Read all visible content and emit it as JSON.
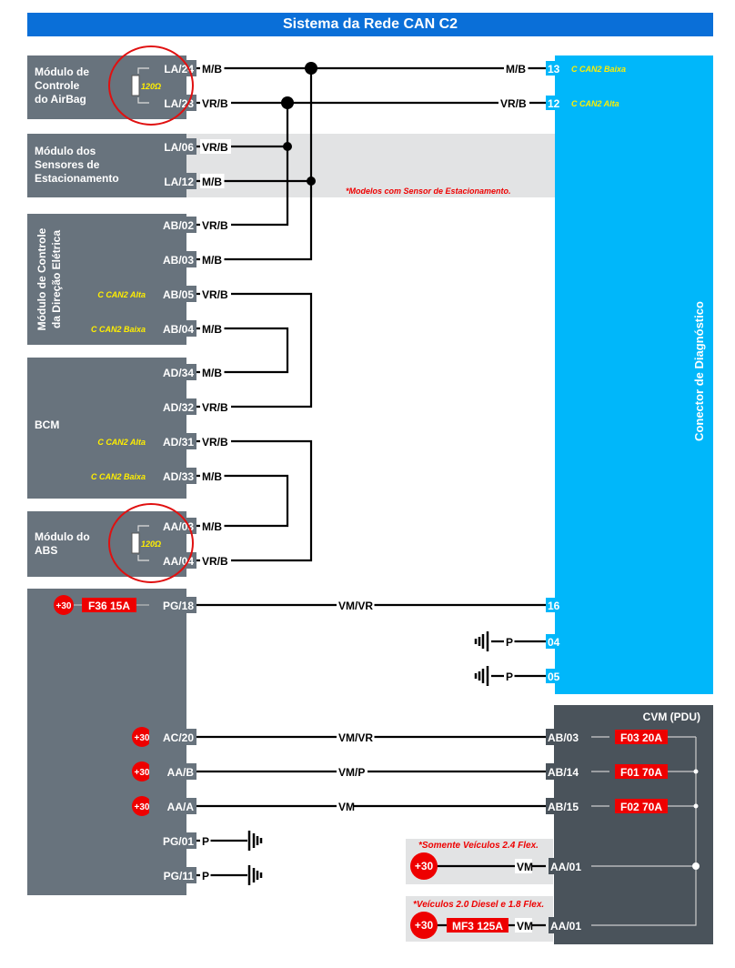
{
  "title": "Sistema da Rede CAN C2",
  "colors": {
    "title_bg": "#0a6fd8",
    "module_bg": "#68737d",
    "connector_bg": "#00b7fa",
    "pdu_bg": "#4a535b",
    "note_bg": "#e2e3e4",
    "fuse_red": "#ee0000",
    "can_label_yellow": "#ffee00",
    "highlight_circle": "#e01010",
    "note_text": "#ee0000"
  },
  "modules": {
    "airbag": {
      "name": "Módulo de Controle do AirBag",
      "lines": [
        "Módulo de",
        "Controle",
        "do AirBag"
      ],
      "resistor": "120Ω",
      "pins": [
        {
          "pin": "LA/24",
          "wire": "M/B"
        },
        {
          "pin": "LA/23",
          "wire": "VR/B"
        }
      ]
    },
    "parking": {
      "name": "Módulo dos Sensores de Estacionamento",
      "lines": [
        "Módulo dos",
        "Sensores de",
        "Estacionamento"
      ],
      "pins": [
        {
          "pin": "LA/06",
          "wire": "VR/B"
        },
        {
          "pin": "LA/12",
          "wire": "M/B"
        }
      ],
      "note": "*Modelos com Sensor de Estacionamento."
    },
    "steering": {
      "name": "Módulo de Controle da Direção Elétrica",
      "lines": [
        "Módulo de Controle",
        "da Direção Elétrica"
      ],
      "pins": [
        {
          "pin": "AB/02",
          "wire": "VR/B"
        },
        {
          "pin": "AB/03",
          "wire": "M/B"
        },
        {
          "pin": "AB/05",
          "wire": "VR/B",
          "signal": "C CAN2 Alta"
        },
        {
          "pin": "AB/04",
          "wire": "M/B",
          "signal": "C CAN2 Baixa"
        }
      ]
    },
    "bcm": {
      "name": "BCM",
      "pins": [
        {
          "pin": "AD/34",
          "wire": "M/B"
        },
        {
          "pin": "AD/32",
          "wire": "VR/B"
        },
        {
          "pin": "AD/31",
          "wire": "VR/B",
          "signal": "C CAN2 Alta"
        },
        {
          "pin": "AD/33",
          "wire": "M/B",
          "signal": "C CAN2 Baixa"
        }
      ]
    },
    "abs": {
      "name": "Módulo do ABS",
      "lines": [
        "Módulo do",
        "ABS"
      ],
      "resistor": "120Ω",
      "pins": [
        {
          "pin": "AA/03",
          "wire": "M/B"
        },
        {
          "pin": "AA/04",
          "wire": "VR/B"
        }
      ]
    },
    "power": {
      "f36": {
        "supply": "+30",
        "fuse": "F36 15A",
        "pin": "PG/18",
        "wire": "VM/VR"
      },
      "supplies": [
        {
          "supply": "+30",
          "pin": "AC/20",
          "wire": "VM/VR"
        },
        {
          "supply": "+30",
          "pin": "AA/B",
          "wire": "VM/P"
        },
        {
          "supply": "+30",
          "pin": "AA/A",
          "wire": "VM"
        }
      ],
      "grounds": [
        {
          "pin": "PG/01",
          "wire": "P"
        },
        {
          "pin": "PG/11",
          "wire": "P"
        }
      ]
    }
  },
  "diag_connector": {
    "name": "Conector de Diagnóstico",
    "pins": [
      {
        "pin": "13",
        "wire": "M/B",
        "signal": "C CAN2 Baixa"
      },
      {
        "pin": "12",
        "wire": "VR/B",
        "signal": "C CAN2 Alta"
      },
      {
        "pin": "16",
        "wire": "VM/VR"
      },
      {
        "pin": "04",
        "wire": "P"
      },
      {
        "pin": "05",
        "wire": "P"
      }
    ]
  },
  "pdu": {
    "name": "CVM (PDU)",
    "rows": [
      {
        "pin": "AB/03",
        "fuse": "F03 20A"
      },
      {
        "pin": "AB/14",
        "fuse": "F01 70A"
      },
      {
        "pin": "AB/15",
        "fuse": "F02 70A"
      }
    ],
    "variants": [
      {
        "note": "*Somente Veículos 2.4 Flex.",
        "supply": "+30",
        "wire": "VM",
        "pin": "AA/01"
      },
      {
        "note": "*Veículos 2.0 Diesel e 1.8 Flex.",
        "supply": "+30",
        "fuse": "MF3 125A",
        "wire": "VM",
        "pin": "AA/01"
      }
    ]
  }
}
